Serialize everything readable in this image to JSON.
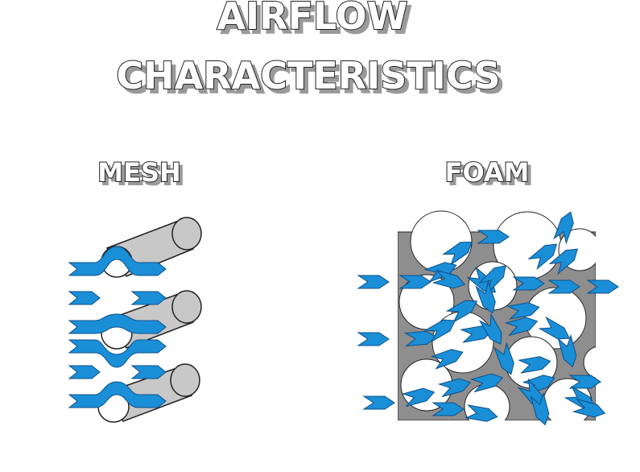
{
  "title": {
    "line1": "AIRFLOW",
    "line2": "CHARACTERISTICS"
  },
  "panels": {
    "mesh_label": "MESH",
    "foam_label": "FOAM"
  },
  "colors": {
    "arrow": "#1a8fd8",
    "arrow_stroke": "#0d4f86",
    "rod": "#c8c8c8",
    "foam": "#8e8e8e",
    "outline": "#222222",
    "shadow": "#9a9a9a"
  }
}
